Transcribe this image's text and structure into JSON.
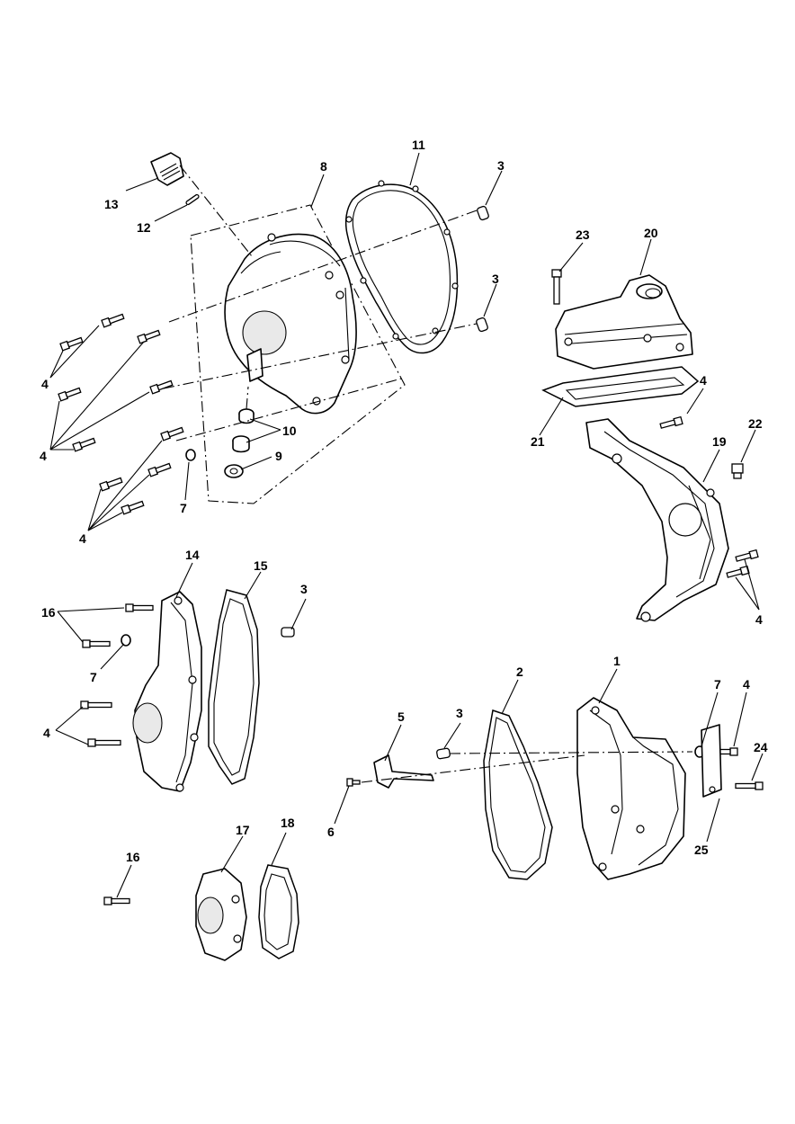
{
  "callouts": {
    "c1": "1",
    "c2": "2",
    "c3a": "3",
    "c3b": "3",
    "c3c": "3",
    "c3d": "3",
    "c4a": "4",
    "c4b": "4",
    "c4c": "4",
    "c4d": "4",
    "c4e": "4",
    "c4f": "4",
    "c5": "5",
    "c6": "6",
    "c7a": "7",
    "c7b": "7",
    "c7c": "7",
    "c8": "8",
    "c9": "9",
    "c10": "10",
    "c11": "11",
    "c12": "12",
    "c13": "13",
    "c14": "14",
    "c15": "15",
    "c16a": "16",
    "c16b": "16",
    "c17": "17",
    "c18": "18",
    "c19": "19",
    "c20": "20",
    "c21": "21",
    "c22": "22",
    "c23": "23",
    "c24": "24",
    "c25": "25"
  },
  "colors": {
    "line": "#000000",
    "background": "#ffffff",
    "shade": "#e9e9e9"
  }
}
